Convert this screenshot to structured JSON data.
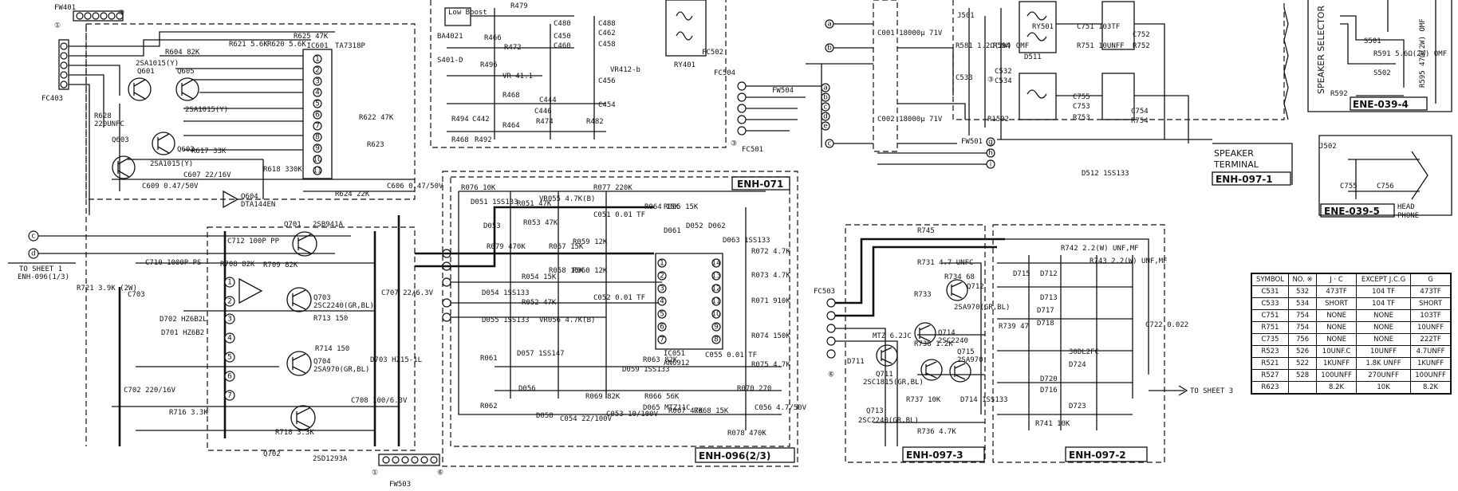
{
  "blocks": {
    "enh071": "ENH-071",
    "enh096": "ENH-096(2/3)",
    "enh097_1": "ENH-097-1",
    "enh097_2": "ENH-097-2",
    "enh097_3": "ENH-097-3",
    "ene039_4": "ENE-039-4",
    "ene039_5": "ENE-039-5",
    "speaker_terminal_1": "SPEAKER",
    "speaker_terminal_2": "TERMINAL",
    "speaker_selector": "SPEAKER SELECTOR",
    "head_phone_1": "HEAD",
    "head_phone_2": "PHONE"
  },
  "connectors": {
    "fw401": "FW401",
    "fw503": "FW503",
    "fw504": "FW504",
    "fw501": "FW501",
    "fc501": "FC501",
    "fc502": "FC502",
    "fc503": "FC503",
    "fc504": "FC504",
    "fc403": "FC403",
    "j502": "J502",
    "j501": "J501"
  },
  "sheet_refs": {
    "to_sheet1_a": "TO SHEET 1",
    "to_sheet1_b": "ENH-096(1/3)",
    "to_sheet3": "TO SHEET 3"
  },
  "ics": {
    "ic601": "IC601",
    "ic601_part": "TA7318P",
    "ic051": "IC051",
    "ic051_part": "AN6912",
    "q604": "Q604",
    "q604_part": "DTA144EN"
  },
  "components": {
    "q601": "Q601",
    "q601_part": "2SA1015(Y)",
    "q605": "Q605",
    "q605_part": "2SA1015(Y)",
    "q603": "Q603",
    "q602": "Q602",
    "q602_part": "2SA1015(Y)",
    "q701": "Q701",
    "q701_part": "2SB941A",
    "q703": "Q703",
    "q703_part": "2SC2240(GR,BL)",
    "q704": "Q704",
    "q704_part": "2SA970(GR,BL)",
    "q702": "Q702",
    "q702_part": "2SD1293A",
    "q711": "Q711",
    "q711_part": "2SC1815(GR,BL)",
    "q712": "Q712",
    "q712_part": "2SA970(GR,BL)",
    "q713": "Q713",
    "q713_part": "2SC2240(GR,BL)",
    "q714": "Q714",
    "q714_part": "2SC2240",
    "q715": "Q715",
    "q715_part": "2SA970",
    "r628": "R628",
    "r628_val": "220UNFC",
    "r604": "R604 82K",
    "r621": "R621 5.6K",
    "r620": "R620 5.6K",
    "r625": "R625 47K",
    "r622": "R622 47K",
    "r623": "R623",
    "r617": "R617 33K",
    "r618": "R618 330K",
    "r624": "R624 22K",
    "c606": "C606 0.47/50V",
    "c607": "C607 22/16V",
    "c609": "C609 0.47/50V",
    "r721": "R721 3.9K (2W)",
    "c710": "C710 1000P PS",
    "c712": "C712 100P PP",
    "r709": "R709 82K",
    "r708": "R708 82K",
    "r713": "R713 150",
    "r714": "R714 150",
    "r716": "R716 3.3K",
    "r718": "R718 3.3K",
    "c708": "C708 100/6.3V",
    "c707": "C707 22/6.3V",
    "c703": "C703",
    "c702": "C702 220/16V",
    "d701": "D701 HZ6B2",
    "d702": "D702 HZ6B2L",
    "d703": "D703 HZ15-1L",
    "r076": "R076 10K",
    "r077": "R077 220K",
    "r079": "R079 470K",
    "r051": "R051 47K",
    "r053": "R053 47K",
    "r052": "R052 47K",
    "r054": "R054 15K",
    "r057": "R057 15K",
    "r058": "R058 15K",
    "r059": "R059 12K",
    "r060": "R060 12K",
    "r061": "R061",
    "r062": "R062",
    "r063": "R063 82K",
    "r064": "R064 15K",
    "r065": "R065 15K",
    "r066": "R066 56K",
    "r067": "R067 47K",
    "r068": "R068 15K",
    "r069": "R069 82K",
    "r070": "R070 270",
    "r071": "R071 910K",
    "r072": "R072 4.7K",
    "r073": "R073 4.7K",
    "r074": "R074 150K",
    "r075": "R075 4.7K",
    "r078": "R078 470K",
    "vr055": "VR055 4.7K(B)",
    "vr056": "VR056 4.7K(B)",
    "c051": "C051 0.01 TF",
    "c052": "C052 0.01 TF",
    "c053": "C053 10/100V",
    "c054": "C054 22/100V",
    "c055": "C055 0.01 TF",
    "c056": "C056 4.7/50V",
    "d051": "D051 1SS133",
    "d052": "D052",
    "d053": "D053",
    "d054": "D054 1SS133",
    "d055": "D055 1SS133",
    "d056": "D056",
    "d057": "D057 1SS147",
    "d058": "D058",
    "d059": "D059 1SS133",
    "d061": "D061",
    "d062": "D062",
    "d063": "D063 1SS133",
    "d065": "D065 MTZ11C",
    "c001": "C001 18000µ 71V",
    "c002": "C002 18000µ 71V",
    "ry501": "RY501",
    "d511": "D511",
    "d512": "D512 1SS133",
    "c751": "C751 103TF",
    "c752": "C752",
    "c753": "C753",
    "c754": "C754",
    "c755": "C755",
    "r751": "R751 10UNFF",
    "r752": "R752",
    "r753": "R753",
    "r754": "R754",
    "r581": "R581 1.2Ω(2W) OMF",
    "r584": "R584",
    "c532": "C532",
    "c533": "C533",
    "c534": "C534",
    "r1502": "R1502",
    "s501": "S501",
    "r591": "R591 5.6Ω(2W) OMF",
    "s502": "S502",
    "r592": "R592",
    "r595": "R595 47Ω(2W) OMF",
    "c755b": "C755",
    "c756": "C756",
    "r731": "R731 4.7 UNFC",
    "r734": "R734 68",
    "r733": "R733",
    "r736": "R736 4.7K",
    "r737": "R737 10K",
    "r738": "R738 1.2K",
    "r739": "R739 47",
    "r741": "R741 10K",
    "r742": "R742 2.2(W) UNF,MF",
    "r743": "R743 2.2(W) UNF,MF",
    "r745": "R745",
    "c722": "C722 0.022",
    "d711": "D711",
    "d712": "D712",
    "d713": "D713",
    "d714": "D714 1SS133",
    "d715": "D715",
    "d716": "D716",
    "d717": "D717",
    "d718": "D718",
    "d720": "D720",
    "d723": "D723",
    "d724": "D724",
    "d_30dl2fc": "30DL2FC",
    "mtz62jc": "MTZ 6.2JC",
    "low_boost": "Low Boost",
    "r479": "R479",
    "r496": "R496",
    "r466": "R466",
    "r468": "R468",
    "r464": "R464",
    "r474": "R474",
    "r482": "R482",
    "r494": "R494",
    "r468b": "R468",
    "r492": "R492",
    "c442": "C442",
    "c444": "C444",
    "c446": "C446",
    "c450": "C450",
    "c454": "C454",
    "c456": "C456",
    "c458": "C458",
    "c462": "C462",
    "c460": "C460",
    "c488": "C488",
    "c480": "C480",
    "r472": "R472",
    "s401": "S401-D",
    "vr412": "VR412-b",
    "vr": "VR 41.1",
    "ic_ba": "BA4021"
  },
  "spec_table": {
    "headers": [
      "SYMBOL",
      "NO. ※",
      "J · C",
      "EXCEPT J.C.G",
      "G"
    ],
    "rows": [
      [
        "C531",
        "532",
        "473TF",
        "104 TF",
        "473TF"
      ],
      [
        "C533",
        "534",
        "SHORT",
        "104 TF",
        "SHORT"
      ],
      [
        "C751",
        "754",
        "NONE",
        "NONE",
        "103TF"
      ],
      [
        "R751",
        "754",
        "NONE",
        "NONE",
        "10UNFF"
      ],
      [
        "C735",
        "756",
        "NONE",
        "NONE",
        "222TF"
      ],
      [
        "R523",
        "526",
        "10UNF.C",
        "10UNFF",
        "4.7UNFF"
      ],
      [
        "R521",
        "522",
        "1KUNFF",
        "1.8K UNFF",
        "1KUNFF"
      ],
      [
        "R527",
        "528",
        "100UNFF",
        "270UNFF",
        "100UNFF"
      ],
      [
        "R623",
        "",
        "8.2K",
        "10K",
        "8.2K"
      ]
    ]
  }
}
